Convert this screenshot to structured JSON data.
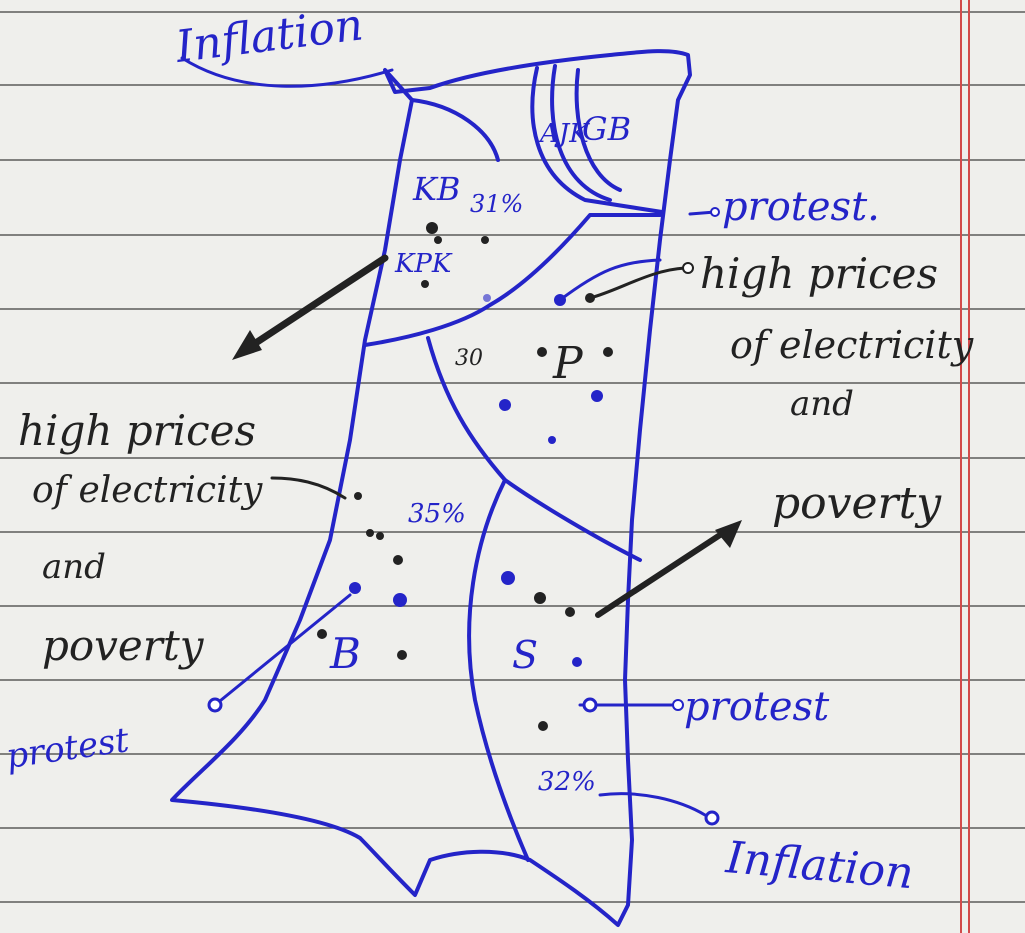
{
  "labels": {
    "inflation_top": "Inflation",
    "inflation_bottom": "Inflation",
    "kb": "KB",
    "kb_pct": "31%",
    "kpk": "KPK",
    "gb": "GB",
    "ajk": "AJK",
    "punjab": "P",
    "punjab_pct": "30",
    "balochistan": "B",
    "balochistan_pct": "35%",
    "sindh": "S",
    "sindh_pct": "32%",
    "protest_1": "protest.",
    "protest_2": "protest",
    "protest_3": "protest",
    "right_high": "high prices",
    "right_of": "of electricity",
    "right_and": "and",
    "right_poverty": "poverty",
    "left_high": "high prices",
    "left_of": "of electricity",
    "left_and": "and",
    "left_poverty": "poverty"
  },
  "colors": {
    "paper": "#efefec",
    "rule_line": "#2a2a2a",
    "margin_line": "#d24a4a",
    "pen_blue": "#2424c8",
    "pen_black": "#222222"
  }
}
